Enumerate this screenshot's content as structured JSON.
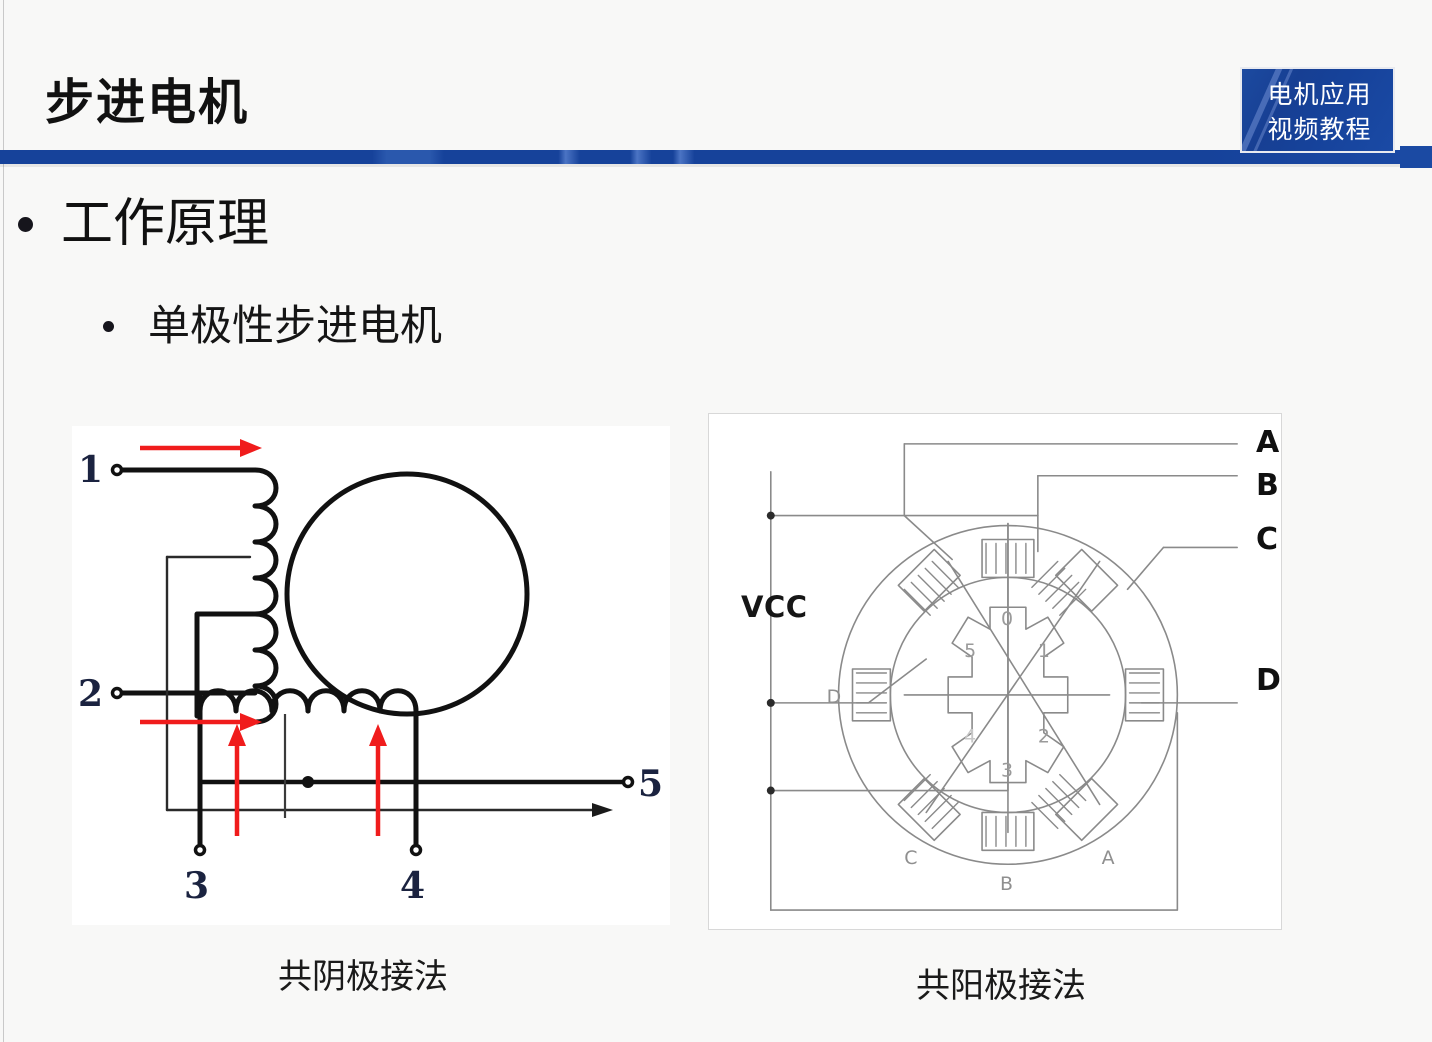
{
  "header": {
    "title": "步进电机",
    "badge_line1": "电机应用",
    "badge_line2": "视频教程",
    "accent_color": "#16429a",
    "badge_text_color": "#ffffff"
  },
  "content": {
    "bullet_level1": "工作原理",
    "bullet_level2": "单极性步进电机"
  },
  "figures": {
    "left": {
      "caption": "共阴极接法",
      "terminals": [
        "1",
        "2",
        "3",
        "4",
        "5"
      ],
      "terminal_labels": {
        "t1": "1",
        "t2": "2",
        "t3": "3",
        "t4": "4",
        "t5": "5"
      },
      "arrow_color": "#f01c1c",
      "wire_color": "#111111"
    },
    "right": {
      "caption": "共阳极接法",
      "supply_label": "VCC",
      "output_labels": [
        "A",
        "B",
        "C",
        "D"
      ],
      "output_a": "A",
      "output_b": "B",
      "output_c": "C",
      "output_d": "D",
      "stator_pole_labels": [
        "A",
        "B",
        "C",
        "D"
      ],
      "stator_pole_a": "A",
      "stator_pole_b": "B",
      "stator_pole_c": "C",
      "stator_pole_d": "D",
      "rotor_tooth_labels": [
        "0",
        "1",
        "2",
        "3",
        "4",
        "5"
      ],
      "rotor_0": "0",
      "rotor_1": "1",
      "rotor_2": "2",
      "rotor_3": "3",
      "rotor_4": "4",
      "rotor_5": "5",
      "line_color": "#8a8a8a"
    }
  }
}
